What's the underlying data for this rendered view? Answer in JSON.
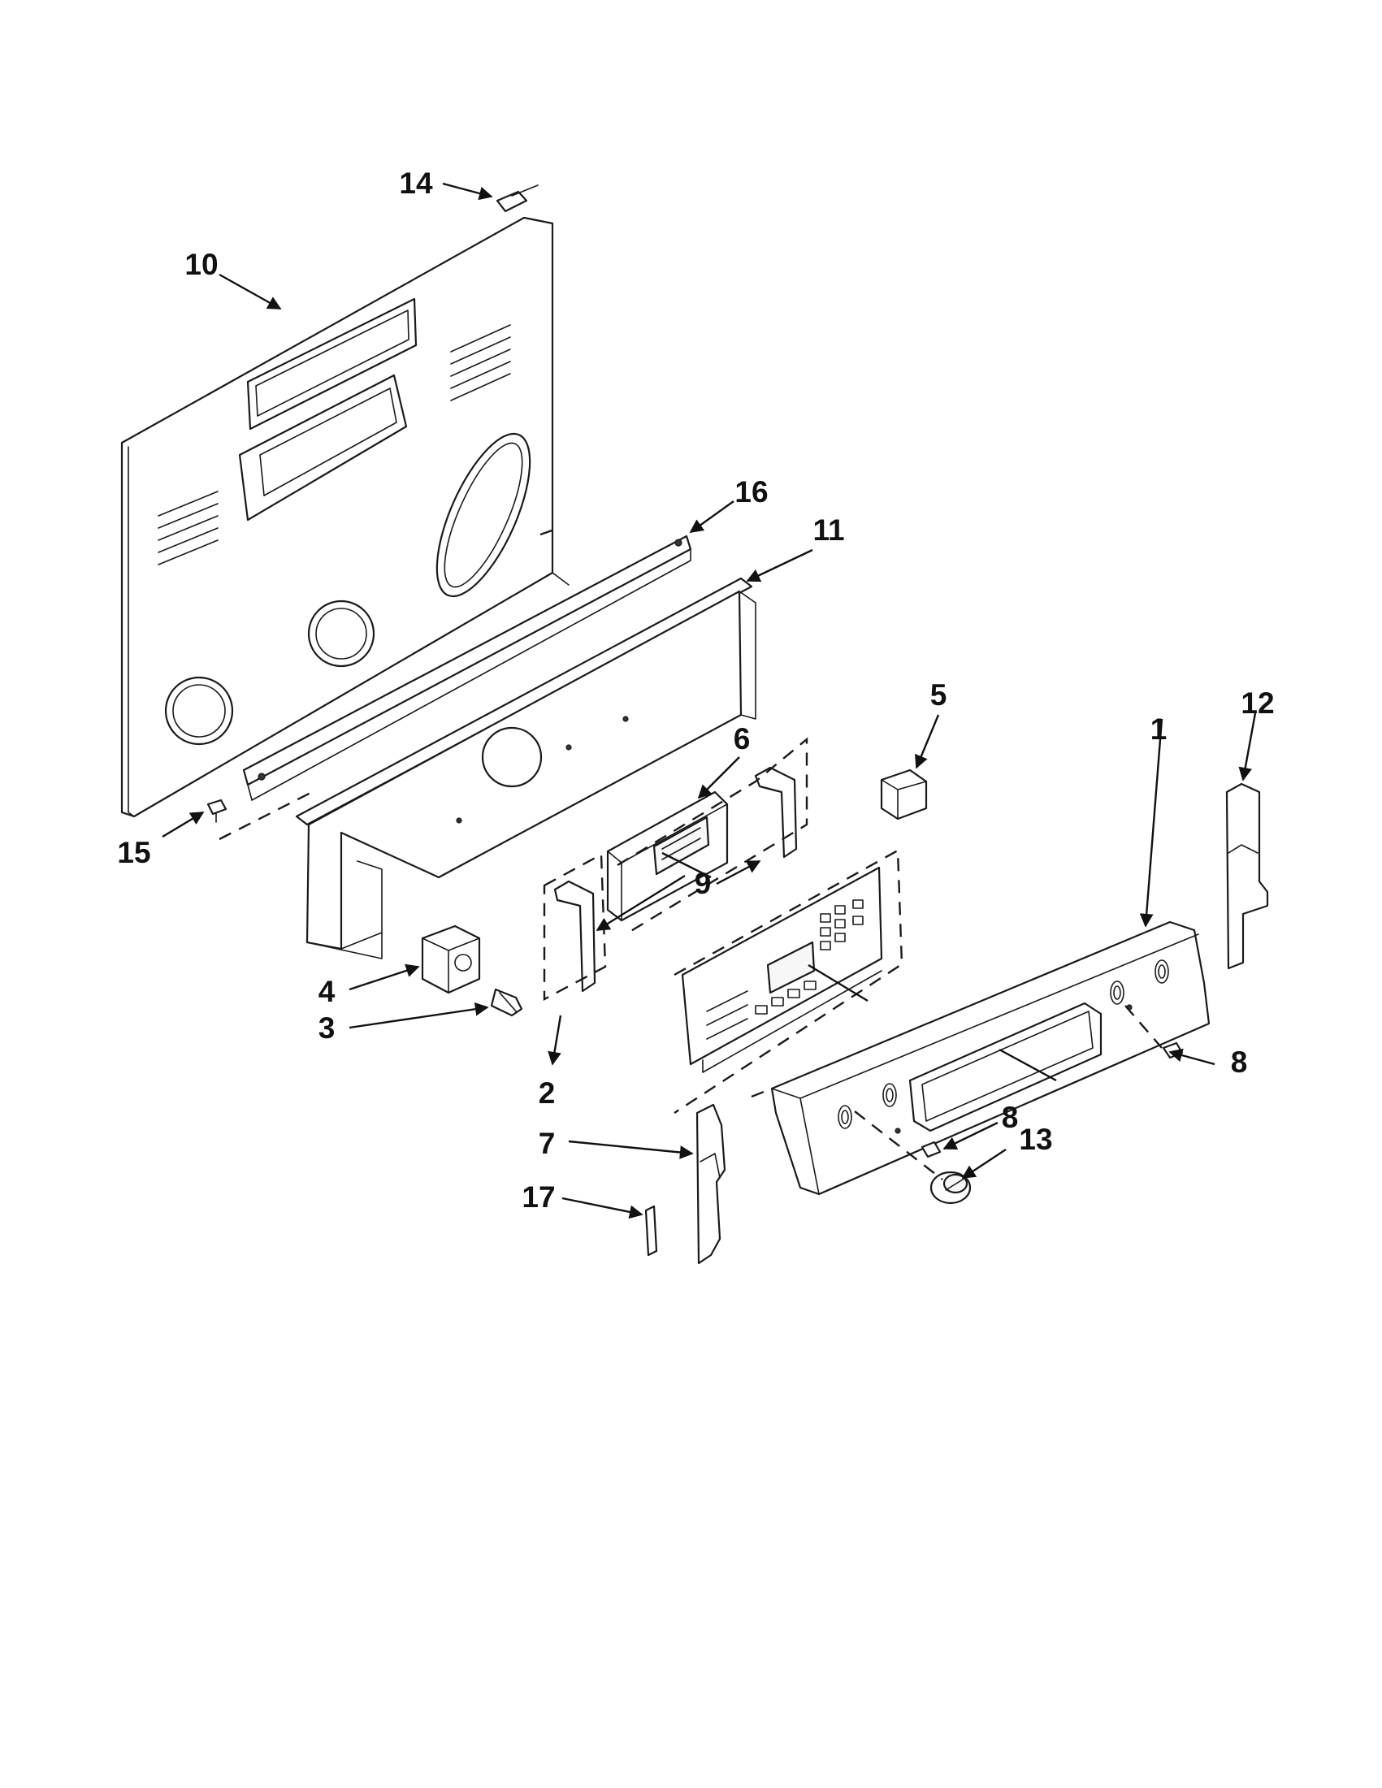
{
  "diagram": {
    "callouts": [
      {
        "id": "c1",
        "label": "1"
      },
      {
        "id": "c2",
        "label": "2"
      },
      {
        "id": "c3",
        "label": "3"
      },
      {
        "id": "c4",
        "label": "4"
      },
      {
        "id": "c5",
        "label": "5"
      },
      {
        "id": "c6",
        "label": "6"
      },
      {
        "id": "c7",
        "label": "7"
      },
      {
        "id": "c8a",
        "label": "8"
      },
      {
        "id": "c8b",
        "label": "8"
      },
      {
        "id": "c9",
        "label": "9"
      },
      {
        "id": "c10",
        "label": "10"
      },
      {
        "id": "c11",
        "label": "11"
      },
      {
        "id": "c12",
        "label": "12"
      },
      {
        "id": "c13",
        "label": "13"
      },
      {
        "id": "c14",
        "label": "14"
      },
      {
        "id": "c15",
        "label": "15"
      },
      {
        "id": "c16",
        "label": "16"
      },
      {
        "id": "c17",
        "label": "17"
      }
    ]
  }
}
